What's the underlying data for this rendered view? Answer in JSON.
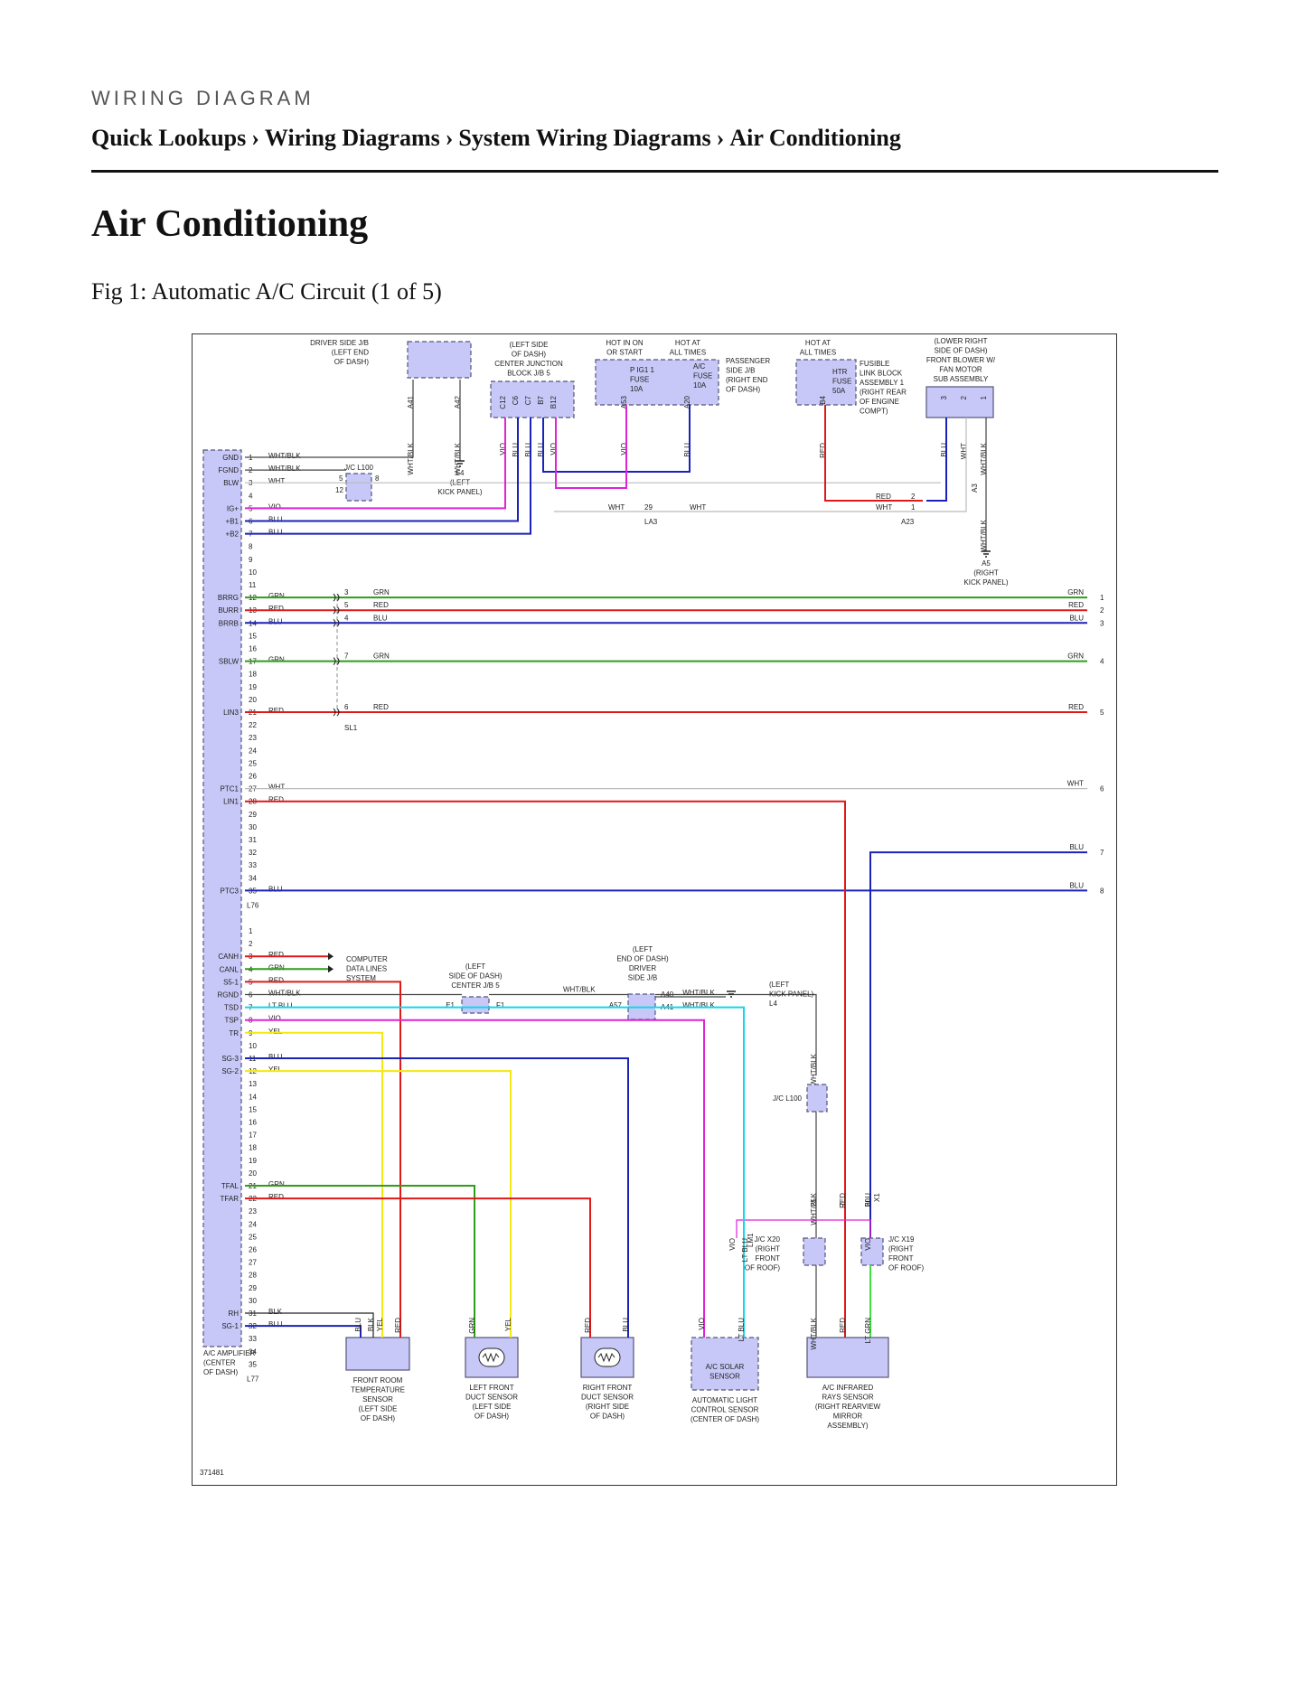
{
  "header": {
    "overline": "WIRING DIAGRAM",
    "breadcrumb": [
      "Quick Lookups",
      "Wiring Diagrams",
      "System Wiring Diagrams",
      "Air Conditioning"
    ],
    "separator": "›"
  },
  "page_title": "Air Conditioning",
  "figure_caption": "Fig 1: Automatic A/C Circuit (1 of 5)",
  "diagram": {
    "figure_number": "371481",
    "amplifier": {
      "label": [
        "A/C AMPLIFIER",
        "(CENTER",
        "OF DASH)"
      ],
      "connector_top": "L76",
      "connector_bottom": "L77"
    },
    "top_boxes": {
      "driver_jb": [
        "DRIVER SIDE J/B",
        "(LEFT END",
        "OF DASH)"
      ],
      "center_jb5": [
        "(LEFT SIDE",
        "OF DASH)",
        "CENTER JUNCTION",
        "BLOCK J/B 5"
      ],
      "hot_in_on": [
        "HOT IN ON",
        "OR START"
      ],
      "hot_at_all": [
        "HOT AT",
        "ALL TIMES"
      ],
      "passenger_jb": [
        "PASSENGER",
        "SIDE J/B",
        "(RIGHT END",
        "OF DASH)"
      ],
      "fuse_pig1": [
        "P IG1 1",
        "FUSE",
        "10A"
      ],
      "fuse_ac": [
        "A/C",
        "FUSE",
        "10A"
      ],
      "hot_at_all_2": [
        "HOT AT",
        "ALL TIMES"
      ],
      "fuse_htr": [
        "HTR",
        "FUSE",
        "50A"
      ],
      "fusible_link": [
        "FUSIBLE",
        "LINK BLOCK",
        "ASSEMBLY 1",
        "(RIGHT REAR",
        "OF ENGINE",
        "COMPT)"
      ],
      "blower": [
        "(LOWER RIGHT",
        "SIDE OF DASH)",
        "FRONT BLOWER W/",
        "FAN MOTOR",
        "SUB ASSEMBLY"
      ]
    },
    "junctions": {
      "jc_l100": "J/C L100",
      "ground_l4": [
        "L4",
        "(LEFT",
        "KICK PANEL)"
      ],
      "ground_a5": [
        "A5",
        "(RIGHT",
        "KICK PANEL)"
      ],
      "computer_data": [
        "COMPUTER",
        "DATA LINES",
        "SYSTEM"
      ],
      "center_jb5_b": [
        "(LEFT",
        "SIDE OF DASH)",
        "CENTER J/B 5"
      ],
      "driver_jb_b": [
        "(LEFT",
        "END OF DASH)",
        "DRIVER",
        "SIDE J/B"
      ],
      "left_kick_l4": [
        "(LEFT",
        "KICK PANEL)",
        "L4"
      ],
      "jc_x20": [
        "J/C X20",
        "(RIGHT",
        "FRONT",
        "OF ROOF)"
      ],
      "jc_x19": [
        "J/C X19",
        "(RIGHT",
        "FRONT",
        "OF ROOF)"
      ],
      "conn_la3": "LA3",
      "conn_a23": "A23",
      "conn_a3": "A3",
      "conn_sl1": "SL1",
      "conn_lm1": "LM1",
      "conn_x1": "X1"
    },
    "sensors": [
      {
        "name": [
          "FRONT ROOM",
          "TEMPERATURE",
          "SENSOR",
          "(LEFT SIDE",
          "OF DASH)"
        ]
      },
      {
        "name": [
          "LEFT FRONT",
          "DUCT SENSOR",
          "(LEFT SIDE",
          "OF DASH)"
        ]
      },
      {
        "name": [
          "RIGHT FRONT",
          "DUCT SENSOR",
          "(RIGHT SIDE",
          "OF DASH)"
        ]
      },
      {
        "name": [
          "AUTOMATIC LIGHT",
          "CONTROL SENSOR",
          "(CENTER OF DASH)"
        ],
        "inner": [
          "A/C SOLAR",
          "SENSOR"
        ]
      },
      {
        "name": [
          "A/C INFRARED",
          "RAYS SENSOR",
          "(RIGHT REARVIEW",
          "MIRROR",
          "ASSEMBLY)"
        ]
      }
    ],
    "pins_top": [
      {
        "n": "1",
        "sig": "GND",
        "wire": "WHT/BLK"
      },
      {
        "n": "2",
        "sig": "FGND",
        "wire": "WHT/BLK"
      },
      {
        "n": "3",
        "sig": "BLW",
        "wire": "WHT"
      },
      {
        "n": "4",
        "sig": "",
        "wire": ""
      },
      {
        "n": "5",
        "sig": "IG+",
        "wire": "VIO"
      },
      {
        "n": "6",
        "sig": "+B1",
        "wire": "BLU"
      },
      {
        "n": "7",
        "sig": "+B2",
        "wire": "BLU"
      },
      {
        "n": "8",
        "sig": "",
        "wire": ""
      },
      {
        "n": "9",
        "sig": "",
        "wire": ""
      },
      {
        "n": "10",
        "sig": "",
        "wire": ""
      },
      {
        "n": "11",
        "sig": "",
        "wire": ""
      },
      {
        "n": "12",
        "sig": "BRRG",
        "wire": "GRN"
      },
      {
        "n": "13",
        "sig": "BURR",
        "wire": "RED"
      },
      {
        "n": "14",
        "sig": "BRRB",
        "wire": "BLU"
      },
      {
        "n": "15",
        "sig": "",
        "wire": ""
      },
      {
        "n": "16",
        "sig": "",
        "wire": ""
      },
      {
        "n": "17",
        "sig": "SBLW",
        "wire": "GRN"
      },
      {
        "n": "18",
        "sig": "",
        "wire": ""
      },
      {
        "n": "19",
        "sig": "",
        "wire": ""
      },
      {
        "n": "20",
        "sig": "",
        "wire": ""
      },
      {
        "n": "21",
        "sig": "LIN3",
        "wire": "RED"
      },
      {
        "n": "22",
        "sig": "",
        "wire": ""
      },
      {
        "n": "23",
        "sig": "",
        "wire": ""
      },
      {
        "n": "24",
        "sig": "",
        "wire": ""
      },
      {
        "n": "25",
        "sig": "",
        "wire": ""
      },
      {
        "n": "26",
        "sig": "",
        "wire": ""
      },
      {
        "n": "27",
        "sig": "PTC1",
        "wire": "WHT"
      },
      {
        "n": "28",
        "sig": "LIN1",
        "wire": "RED"
      },
      {
        "n": "29",
        "sig": "",
        "wire": ""
      },
      {
        "n": "30",
        "sig": "",
        "wire": ""
      },
      {
        "n": "31",
        "sig": "",
        "wire": ""
      },
      {
        "n": "32",
        "sig": "",
        "wire": ""
      },
      {
        "n": "33",
        "sig": "",
        "wire": ""
      },
      {
        "n": "34",
        "sig": "",
        "wire": ""
      },
      {
        "n": "35",
        "sig": "PTC3",
        "wire": "BLU"
      }
    ],
    "pins_bottom": [
      {
        "n": "1",
        "sig": "",
        "wire": ""
      },
      {
        "n": "2",
        "sig": "",
        "wire": ""
      },
      {
        "n": "3",
        "sig": "CANH",
        "wire": "RED"
      },
      {
        "n": "4",
        "sig": "CANL",
        "wire": "GRN"
      },
      {
        "n": "5",
        "sig": "S5-1",
        "wire": "RED"
      },
      {
        "n": "6",
        "sig": "RGND",
        "wire": "WHT/BLK"
      },
      {
        "n": "7",
        "sig": "TSD",
        "wire": "LT BLU"
      },
      {
        "n": "8",
        "sig": "TSP",
        "wire": "VIO"
      },
      {
        "n": "9",
        "sig": "TR",
        "wire": "YEL"
      },
      {
        "n": "10",
        "sig": "",
        "wire": ""
      },
      {
        "n": "11",
        "sig": "SG-3",
        "wire": "BLU"
      },
      {
        "n": "12",
        "sig": "SG-2",
        "wire": "YEL"
      },
      {
        "n": "13",
        "sig": "",
        "wire": ""
      },
      {
        "n": "14",
        "sig": "",
        "wire": ""
      },
      {
        "n": "15",
        "sig": "",
        "wire": ""
      },
      {
        "n": "16",
        "sig": "",
        "wire": ""
      },
      {
        "n": "17",
        "sig": "",
        "wire": ""
      },
      {
        "n": "18",
        "sig": "",
        "wire": ""
      },
      {
        "n": "19",
        "sig": "",
        "wire": ""
      },
      {
        "n": "20",
        "sig": "",
        "wire": ""
      },
      {
        "n": "21",
        "sig": "TFAL",
        "wire": "GRN"
      },
      {
        "n": "22",
        "sig": "TFAR",
        "wire": "RED"
      },
      {
        "n": "23",
        "sig": "",
        "wire": ""
      },
      {
        "n": "24",
        "sig": "",
        "wire": ""
      },
      {
        "n": "25",
        "sig": "",
        "wire": ""
      },
      {
        "n": "26",
        "sig": "",
        "wire": ""
      },
      {
        "n": "27",
        "sig": "",
        "wire": ""
      },
      {
        "n": "28",
        "sig": "",
        "wire": ""
      },
      {
        "n": "29",
        "sig": "",
        "wire": ""
      },
      {
        "n": "30",
        "sig": "",
        "wire": ""
      },
      {
        "n": "31",
        "sig": "RH",
        "wire": "BLK"
      },
      {
        "n": "32",
        "sig": "SG-1",
        "wire": "BLU"
      },
      {
        "n": "33",
        "sig": "",
        "wire": ""
      },
      {
        "n": "34",
        "sig": "",
        "wire": ""
      },
      {
        "n": "35",
        "sig": "",
        "wire": ""
      }
    ],
    "right_ends": [
      {
        "wire": "GRN",
        "n": "1"
      },
      {
        "wire": "RED",
        "n": "2"
      },
      {
        "wire": "BLU",
        "n": "3"
      },
      {
        "wire": "GRN",
        "n": "4"
      },
      {
        "wire": "RED",
        "n": "5"
      },
      {
        "wire": "WHT",
        "n": "6"
      },
      {
        "wire": "BLU",
        "n": "7"
      },
      {
        "wire": "BLU",
        "n": "8"
      }
    ],
    "colors": {
      "GRN": "#2e9e1a",
      "RED": "#e01818",
      "BLU": "#1a22b8",
      "VIO": "#e022d8",
      "YEL": "#f2ea10",
      "LTBLU": "#10d8e8",
      "BLK": "#222222",
      "WHT": "#bbbbbb",
      "WHTBLK": "#444444",
      "LTGRN": "#40e040",
      "box": "#c8c8f8",
      "boxstroke": "#555577"
    }
  }
}
